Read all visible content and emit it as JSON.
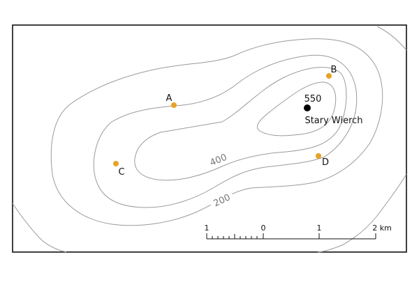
{
  "map": {
    "summit": {
      "label": "Stary Wierch",
      "elevation": "550"
    },
    "contour_labels": {
      "c400": "400",
      "c200": "200"
    },
    "points": [
      {
        "label": "A"
      },
      {
        "label": "B"
      },
      {
        "label": "C"
      },
      {
        "label": "D"
      }
    ],
    "scale": {
      "labels": [
        "1",
        "0",
        "1",
        "2 km"
      ]
    },
    "colors": {
      "point": "#e8a224",
      "summit": "#000000",
      "contour": "#9a9a9a"
    }
  }
}
